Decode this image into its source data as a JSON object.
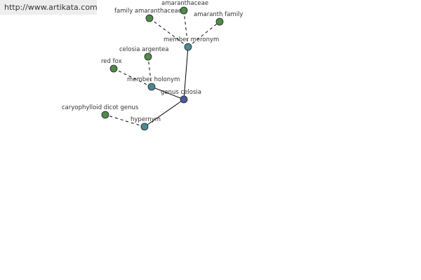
{
  "banner": {
    "url": "http://www.artikata.com"
  },
  "colors": {
    "center_node": "#4b5aa0",
    "relation_node": "#4a8a94",
    "leaf_node": "#4f8a48",
    "node_stroke": "#222222",
    "edge": "#000000",
    "text": "#333333",
    "banner_bg": "#eeeeee"
  },
  "graph": {
    "center": {
      "id": "genus-celosia",
      "label": "genus celosia"
    },
    "relations": [
      {
        "id": "member-meronym",
        "label": "member meronym"
      },
      {
        "id": "member-holonym",
        "label": "member holonym"
      },
      {
        "id": "hypernym",
        "label": "hypernym"
      }
    ],
    "leaves": [
      {
        "id": "amaranthaceae",
        "label": "amaranthaceae",
        "relation": "member-meronym"
      },
      {
        "id": "family-amaranthaceae",
        "label": "family amaranthaceae",
        "relation": "member-meronym"
      },
      {
        "id": "amaranth-family",
        "label": "amaranth family",
        "relation": "member-meronym"
      },
      {
        "id": "celosia-argentea",
        "label": "celosia argentea",
        "relation": "member-holonym"
      },
      {
        "id": "red-fox",
        "label": "red fox",
        "relation": "member-holonym"
      },
      {
        "id": "caryophylloid-dicot-genus",
        "label": "caryophylloid dicot genus",
        "relation": "hypernym"
      }
    ]
  }
}
